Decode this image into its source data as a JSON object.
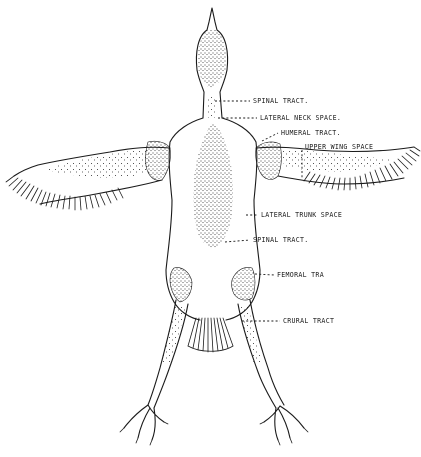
{
  "labels": {
    "spinal_tract_neck": "SPINAL TRACT.",
    "lateral_neck_space": "LATERAL NECK SPACE.",
    "humeral_tract": "HUMERAL TRACT.",
    "upper_wing_space": "UPPER WING SPACE",
    "lateral_trunk_space": "LATERAL TRUNK SPACE",
    "spinal_tract_trunk": "SPINAL TRACT.",
    "femoral_tract": "FEMORAL TRA",
    "crural_tract": "CRURAL TRACT"
  },
  "colors": {
    "ink": "#1a1a1a",
    "paper": "#ffffff"
  }
}
